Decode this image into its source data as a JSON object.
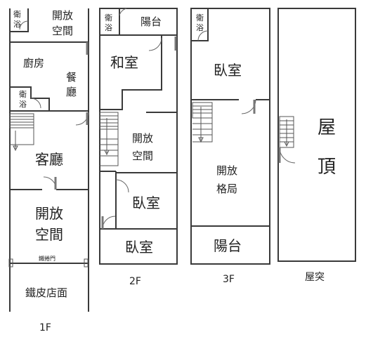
{
  "floors": {
    "f1": {
      "title": "1F",
      "rooms": {
        "bath_top": "衛浴",
        "open_top": "開放空間",
        "kitchen": "廚房",
        "dining": "餐廳",
        "bath_mid": "衛浴",
        "living": "客廳",
        "open_bottom": "開放空間",
        "gate": "鐵捲門",
        "shop": "鐵皮店面"
      }
    },
    "f2": {
      "title": "2F",
      "rooms": {
        "bath": "衛浴",
        "balcony": "陽台",
        "japanese": "和室",
        "open": "開放空間",
        "bed_mid": "臥室",
        "bed_bottom": "臥室"
      }
    },
    "f3": {
      "title": "3F",
      "rooms": {
        "bath": "衛浴",
        "bed": "臥室",
        "open": "開放格局",
        "balcony": "陽台"
      }
    },
    "roof": {
      "title": "屋突",
      "rooms": {
        "roof": "屋頂"
      }
    }
  },
  "colors": {
    "wall": "#3a3a3a",
    "stair": "#777777",
    "text": "#222222"
  }
}
